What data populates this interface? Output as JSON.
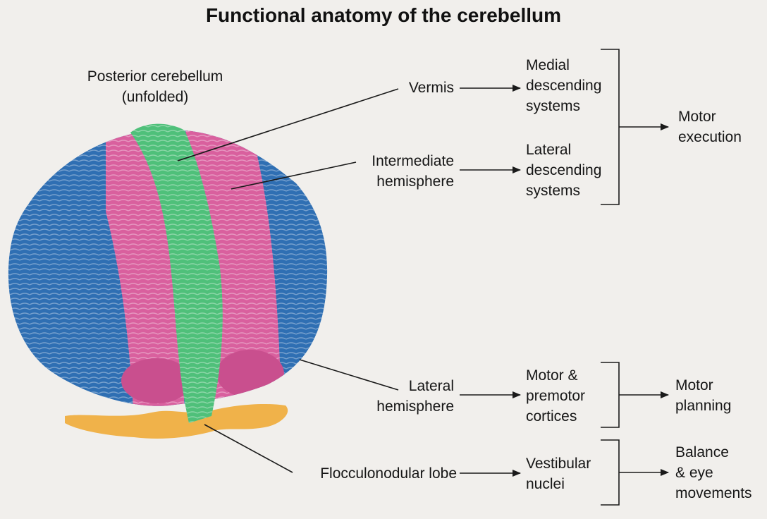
{
  "title": "Functional anatomy of the cerebellum",
  "brain_caption": [
    "Posterior cerebellum",
    "(unfolded)"
  ],
  "regions": {
    "vermis": [
      "Vermis"
    ],
    "intermediate": [
      "Intermediate",
      "hemisphere"
    ],
    "lateral": [
      "Lateral",
      "hemisphere"
    ],
    "flocculonodular": [
      "Flocculonodular lobe"
    ]
  },
  "targets": {
    "medial": [
      "Medial",
      "descending",
      "systems"
    ],
    "lateral_desc": [
      "Lateral",
      "descending",
      "systems"
    ],
    "motor_cortices": [
      "Motor &",
      "premotor",
      "cortices"
    ],
    "vestibular": [
      "Vestibular",
      "nuclei"
    ]
  },
  "functions": {
    "execution": [
      "Motor",
      "execution"
    ],
    "planning": [
      "Motor",
      "planning"
    ],
    "balance": [
      "Balance",
      "& eye",
      "movements"
    ]
  },
  "colors": {
    "lateral_hemisphere": "#2f6fb3",
    "intermediate_hemisphere": "#d9609e",
    "vermis": "#4fc07a",
    "flocculonodular": "#f0b24a"
  }
}
